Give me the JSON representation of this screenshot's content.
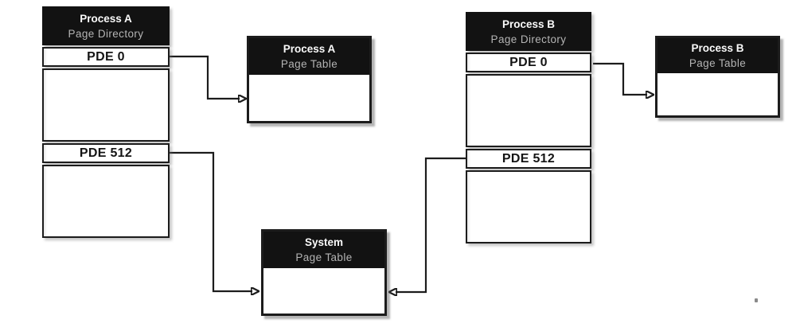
{
  "diagram_type": "memory-paging-diagram",
  "boxes": {
    "pd_a": {
      "title": "Process A",
      "subtitle": "Page Directory",
      "entry_top": "PDE 0",
      "entry_bottom": "PDE 512"
    },
    "pt_a": {
      "title": "Process A",
      "subtitle": "Page Table"
    },
    "pd_b": {
      "title": "Process B",
      "subtitle": "Page Directory",
      "entry_top": "PDE 0",
      "entry_bottom": "PDE 512"
    },
    "pt_b": {
      "title": "Process B",
      "subtitle": "Page Table"
    },
    "pt_sys": {
      "title": "System",
      "subtitle": "Page Table"
    }
  },
  "connectors": [
    {
      "from": "process-a-pde-0",
      "to": "process-a-page-table"
    },
    {
      "from": "process-a-pde-512",
      "to": "system-page-table"
    },
    {
      "from": "process-b-pde-512",
      "to": "system-page-table"
    },
    {
      "from": "process-b-pde-0",
      "to": "process-b-page-table"
    }
  ],
  "colors": {
    "header_bg": "#121212",
    "header_title": "#fafafa",
    "header_subtitle": "#b4b4b4",
    "line": "#1c1c1c",
    "cell_bg": "#ffffff",
    "page_bg": "#ffffff"
  }
}
